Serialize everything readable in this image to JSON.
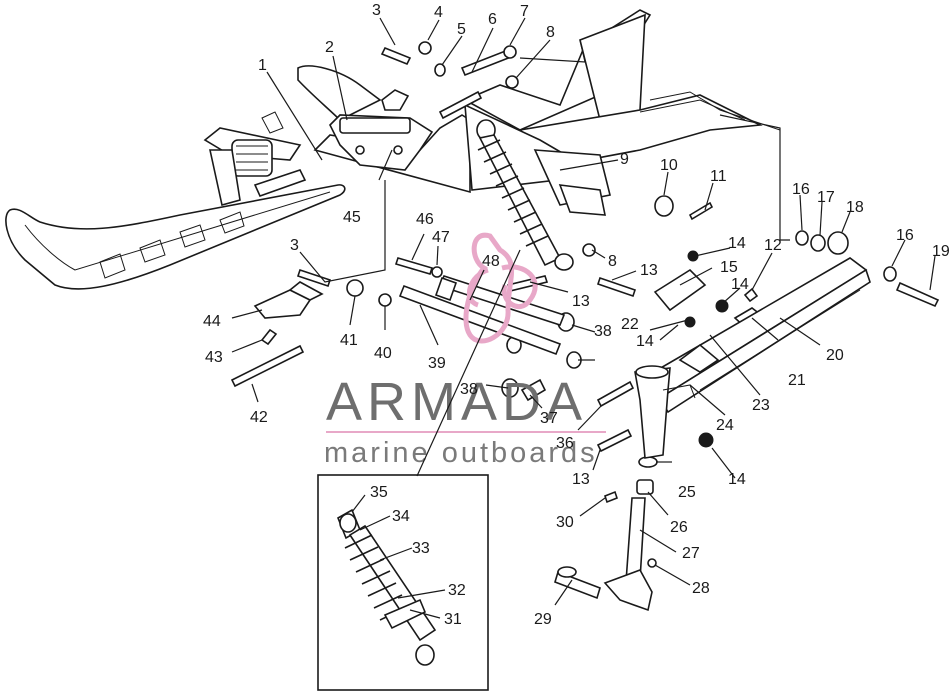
{
  "watermark": {
    "brand": "ARMADA",
    "subtitle": "marine outboards",
    "color": "#e8a8c8"
  },
  "callouts": {
    "c1": "1",
    "c2": "2",
    "c3a": "3",
    "c3b": "3",
    "c4": "4",
    "c5": "5",
    "c6": "6",
    "c7": "7",
    "c8a": "8",
    "c8b": "8",
    "c9": "9",
    "c10": "10",
    "c11": "11",
    "c12": "12",
    "c13a": "13",
    "c13b": "13",
    "c13c": "13",
    "c14a": "14",
    "c14b": "14",
    "c14c": "14",
    "c14d": "14",
    "c15": "15",
    "c16a": "16",
    "c16b": "16",
    "c17": "17",
    "c18": "18",
    "c19": "19",
    "c20": "20",
    "c21": "21",
    "c22": "22",
    "c23": "23",
    "c24": "24",
    "c25": "25",
    "c26": "26",
    "c27": "27",
    "c28": "28",
    "c29": "29",
    "c30": "30",
    "c31": "31",
    "c32": "32",
    "c33": "33",
    "c34": "34",
    "c35": "35",
    "c36": "36",
    "c37": "37",
    "c38a": "38",
    "c38b": "38",
    "c39": "39",
    "c40": "40",
    "c41": "41",
    "c42": "42",
    "c43": "43",
    "c44": "44",
    "c45": "45",
    "c46": "46",
    "c47": "47",
    "c48": "48"
  }
}
